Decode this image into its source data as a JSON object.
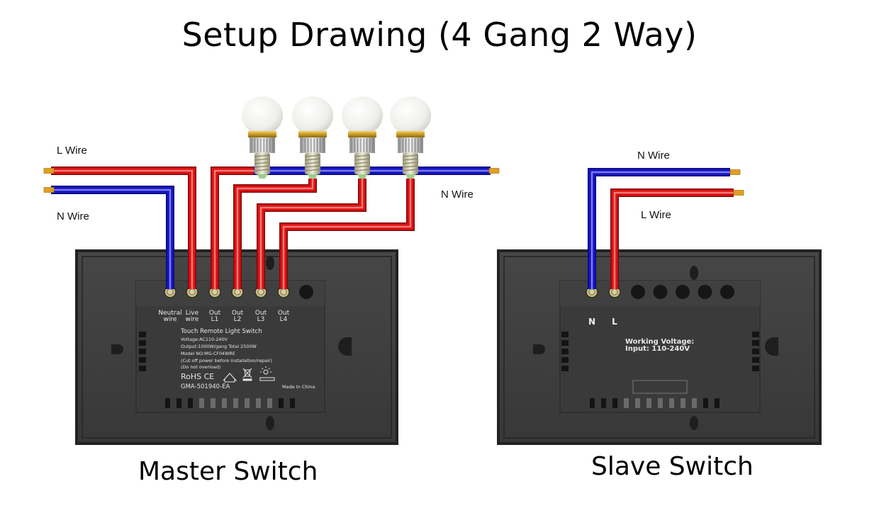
{
  "title": "Setup Drawing (4 Gang 2 Way)",
  "colors": {
    "live_wire": "#e01010",
    "neutral_wire": "#1414c8",
    "copper_tip": "#e0a020",
    "panel": "#3d3d3d",
    "panel_dark": "#2e2e2e",
    "label_text": "#e8e8e8"
  },
  "wire_labels": {
    "l_wire_left": "L Wire",
    "n_wire_left": "N Wire",
    "n_wire_right_of_bulbs": "N Wire",
    "slave_n_wire": "N Wire",
    "slave_l_wire": "L Wire"
  },
  "bulbs": [
    {
      "name": "bulb-1",
      "output": "L1"
    },
    {
      "name": "bulb-2",
      "output": "L2"
    },
    {
      "name": "bulb-3",
      "output": "L3"
    },
    {
      "name": "bulb-4",
      "output": "L4"
    }
  ],
  "master": {
    "caption": "Master Switch",
    "terminals": [
      {
        "line1": "Neutral",
        "line2": "wire",
        "wire": "neutral"
      },
      {
        "line1": "Live",
        "line2": "wire",
        "wire": "live"
      },
      {
        "line1": "Out",
        "line2": "L1",
        "wire": "live"
      },
      {
        "line1": "Out",
        "line2": "L2",
        "wire": "live"
      },
      {
        "line1": "Out",
        "line2": "L3",
        "wire": "live"
      },
      {
        "line1": "Out",
        "line2": "L4",
        "wire": "live"
      }
    ],
    "empty_terminals": 1,
    "spec": {
      "heading": "Touch Remote Light Switch",
      "voltage": "Voltage:AC110-240V",
      "output": "Output:1000W/gang Total 2500W",
      "model": "Model NO:MG-CF04WRE",
      "warning1": "(Cut off power before installation/repair)",
      "warning2": "(Do not overload)",
      "certs": "RoHS  CE",
      "code": "GMA-501940-EA",
      "origin": "Made In China"
    }
  },
  "slave": {
    "caption": "Slave Switch",
    "terminals": [
      {
        "label": "N",
        "wire": "neutral"
      },
      {
        "label": "L",
        "wire": "live"
      }
    ],
    "empty_terminals": 5,
    "spec": {
      "line1": "Working Voltage:",
      "line2": "Input: 110-240V"
    }
  }
}
